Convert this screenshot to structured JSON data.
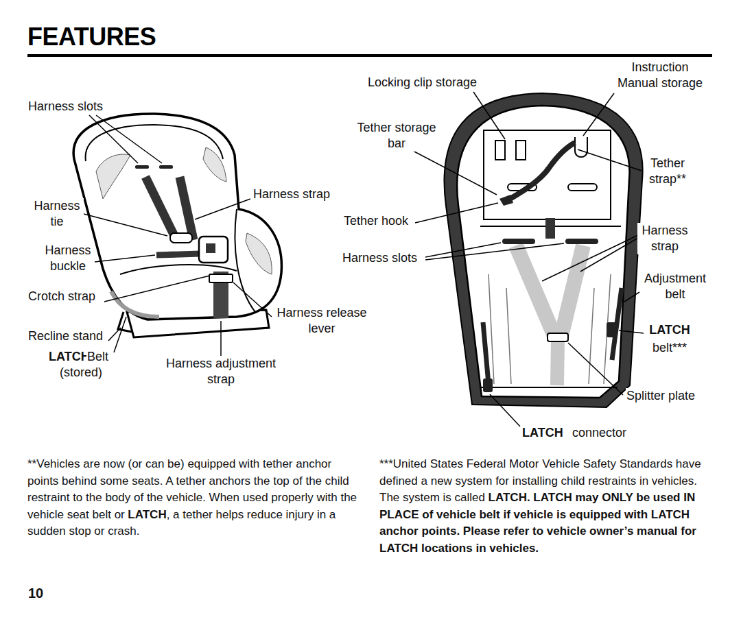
{
  "diagram": {
    "title": "FEATURES",
    "labels": [
      "Harness slots",
      "Harness tie",
      "Harness buckle",
      "Crotch strap",
      "Recline stand",
      "LATCH",
      "Belt",
      "(stored)",
      "Harness strap",
      "Harness release lever",
      "Harness adjustment strap",
      "Locking clip storage",
      "Instruction Manual storage",
      "Tether storage bar",
      "Tether strap**",
      "Tether hook",
      "Harness slots",
      "Harness strap",
      "Adjustment belt",
      "LATCH",
      "belt***",
      "Splitter plate",
      "LATCH",
      "connector",
      "10",
      "**Vehicles are now (or can be) equipped with tether anchor points behind some seats. A tether anchors the top of the child restraint to the body of the vehicle. When used properly with the vehicle seat belt or",
      "LATCH",
      ", a tether helps reduce injury in a sudden stop or crash.",
      "***United States Federal Motor Vehicle Safety Standards have defined a new system for installing child restraints in vehicles. The system is called",
      "LATCH. LATCH may ONLY be used IN PLACE of vehicle belt if vehicle is equipped with LATCH anchor points. Please refer to vehicle owner’s manual for LATCH locations in vehicles."
    ]
  }
}
